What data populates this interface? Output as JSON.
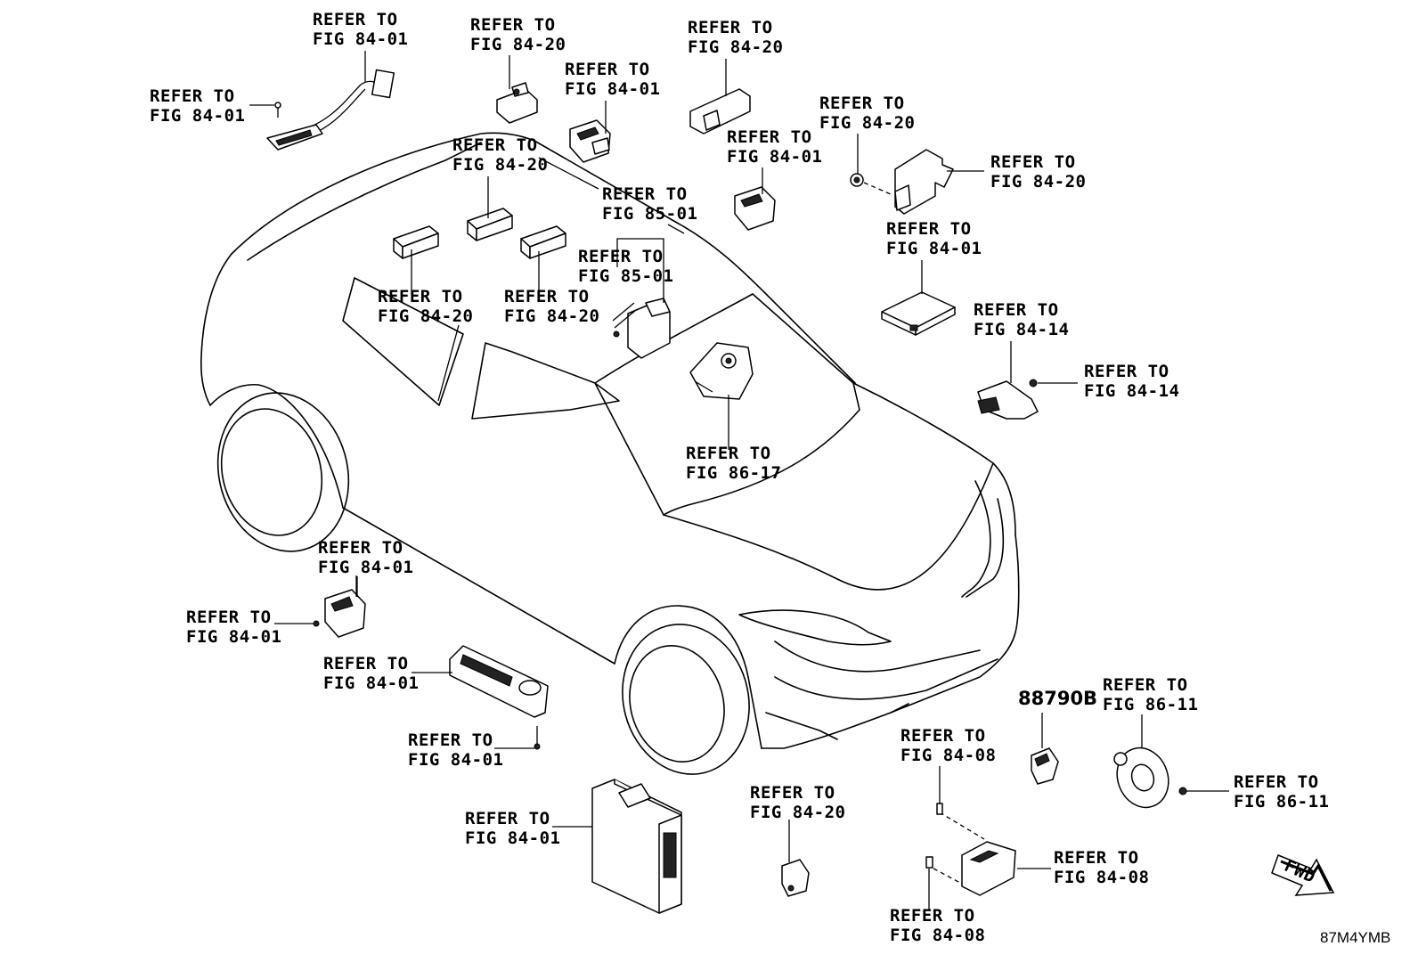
{
  "refer": "REFER TO",
  "callouts": [
    {
      "id": "c1",
      "fig": "FIG 84-01"
    },
    {
      "id": "c2",
      "fig": "FIG 84-01"
    },
    {
      "id": "c3",
      "fig": "FIG 84-20"
    },
    {
      "id": "c4",
      "fig": "FIG 84-01"
    },
    {
      "id": "c5",
      "fig": "FIG 84-20"
    },
    {
      "id": "c6",
      "fig": "FIG 84-20"
    },
    {
      "id": "c7",
      "fig": "FIG 84-01"
    },
    {
      "id": "c8",
      "fig": "FIG 84-20"
    },
    {
      "id": "c9",
      "fig": "FIG 84-20"
    },
    {
      "id": "c10",
      "fig": "FIG 85-01"
    },
    {
      "id": "c11",
      "fig": "FIG 84-01"
    },
    {
      "id": "c12",
      "fig": "FIG 85-01"
    },
    {
      "id": "c13",
      "fig": "FIG 84-20"
    },
    {
      "id": "c14",
      "fig": "FIG 84-20"
    },
    {
      "id": "c15",
      "fig": "FIG 84-14"
    },
    {
      "id": "c16",
      "fig": "FIG 84-14"
    },
    {
      "id": "c17",
      "fig": "FIG 86-17"
    },
    {
      "id": "c18",
      "fig": "FIG 84-01"
    },
    {
      "id": "c19",
      "fig": "FIG 84-01"
    },
    {
      "id": "c20",
      "fig": "FIG 84-01"
    },
    {
      "id": "c21",
      "fig": "FIG 84-01"
    },
    {
      "id": "c22",
      "fig": "FIG 84-01"
    },
    {
      "id": "c23",
      "fig": "FIG 84-20"
    },
    {
      "id": "c24",
      "fig": "FIG 84-08"
    },
    {
      "id": "c25",
      "fig": "FIG 84-08"
    },
    {
      "id": "c26",
      "fig": "FIG 84-08"
    },
    {
      "id": "c27",
      "fig": "FIG 86-11"
    },
    {
      "id": "c28",
      "fig": "FIG 86-11"
    }
  ],
  "part_number": "88790B",
  "direction": "FWD",
  "drawing_code": "87M4YMB"
}
